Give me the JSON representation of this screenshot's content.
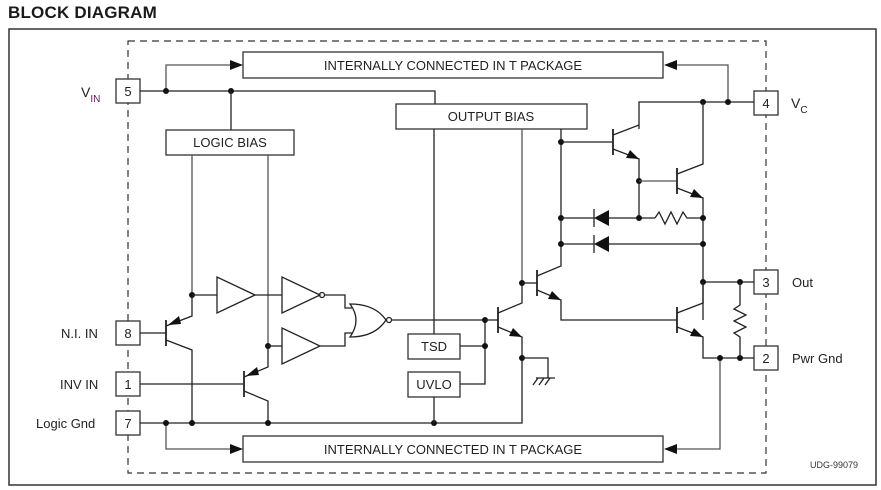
{
  "title": "BLOCK DIAGRAM",
  "figure_id": "UDG-99079",
  "blocks": {
    "internal_top": "INTERNALLY CONNECTED IN T PACKAGE",
    "internal_bottom": "INTERNALLY CONNECTED IN T PACKAGE",
    "logic_bias": "LOGIC BIAS",
    "output_bias": "OUTPUT BIAS",
    "tsd": "TSD",
    "uvlo": "UVLO"
  },
  "pins": [
    {
      "number": "5",
      "label": "V",
      "sub": "IN",
      "side": "left"
    },
    {
      "number": "8",
      "label": "N.I. IN",
      "sub": "",
      "side": "left"
    },
    {
      "number": "1",
      "label": "INV IN",
      "sub": "",
      "side": "left"
    },
    {
      "number": "7",
      "label": "Logic Gnd",
      "sub": "",
      "side": "left"
    },
    {
      "number": "4",
      "label": "V",
      "sub": "C",
      "side": "right"
    },
    {
      "number": "3",
      "label": "Out",
      "sub": "",
      "side": "right"
    },
    {
      "number": "2",
      "label": "Pwr Gnd",
      "sub": "",
      "side": "right"
    }
  ],
  "colors": {
    "ink": "#222222",
    "subscript": "#5a1a5a"
  }
}
